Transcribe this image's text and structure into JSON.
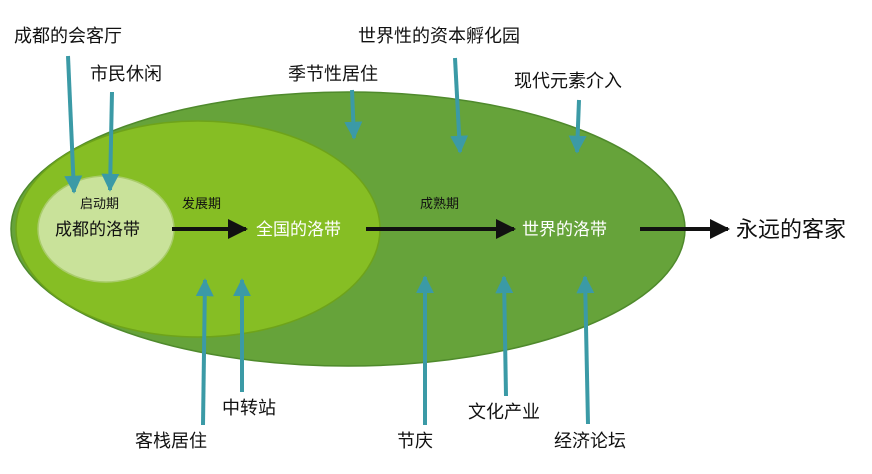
{
  "colors": {
    "outer_ellipse": "#66a33a",
    "middle_ellipse": "#86be24",
    "inner_ellipse": "#c9e29a",
    "callout_arrow": "#3b9aa6",
    "main_arrow": "#111111"
  },
  "stages": {
    "start": "启动期",
    "develop": "发展期",
    "mature": "成熟期"
  },
  "nodes": {
    "chengdu": "成都的洛带",
    "national": "全国的洛带",
    "world": "世界的洛带",
    "forever": "永远的客家"
  },
  "callouts_top": {
    "living_room": "成都的会客厅",
    "leisure": "市民休闲",
    "seasonal": "季节性居住",
    "incubator": "世界性的资本孵化园",
    "modern": "现代元素介入"
  },
  "callouts_bottom": {
    "inn": "客栈居住",
    "transit": "中转站",
    "festival": "节庆",
    "culture": "文化产业",
    "forum": "经济论坛"
  }
}
